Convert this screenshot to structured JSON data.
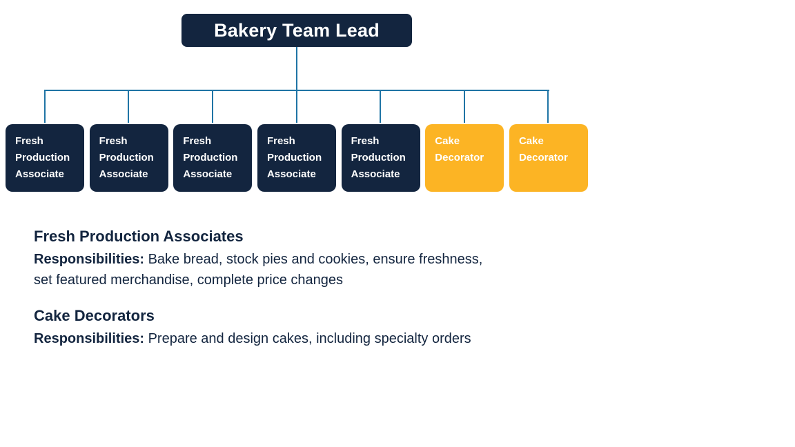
{
  "org_chart": {
    "root": {
      "label": "Bakery Team Lead"
    },
    "children": [
      {
        "label": "Fresh Production Associate",
        "type": "navy"
      },
      {
        "label": "Fresh Production Associate",
        "type": "navy"
      },
      {
        "label": "Fresh Production Associate",
        "type": "navy"
      },
      {
        "label": "Fresh Production Associate",
        "type": "navy"
      },
      {
        "label": "Fresh Production Associate",
        "type": "navy"
      },
      {
        "label": "Cake Decorator",
        "type": "yellow"
      },
      {
        "label": "Cake Decorator",
        "type": "yellow"
      }
    ]
  },
  "sections": [
    {
      "heading": "Fresh Production Associates",
      "label": "Responsibilities:",
      "lines": [
        "Bake bread, stock pies and cookies, ensure freshness,",
        "set featured merchandise, complete price changes"
      ]
    },
    {
      "heading": "Cake Decorators",
      "label": "Responsibilities:",
      "lines": [
        "Prepare and design cakes, including specialty orders"
      ]
    }
  ],
  "colors": {
    "node_navy": "#13253f",
    "node_yellow": "#fcb424",
    "connector_blue": "#1f74a5",
    "text_navy": "#13253f",
    "node_text": "#ffffff",
    "background": "#ffffff"
  }
}
